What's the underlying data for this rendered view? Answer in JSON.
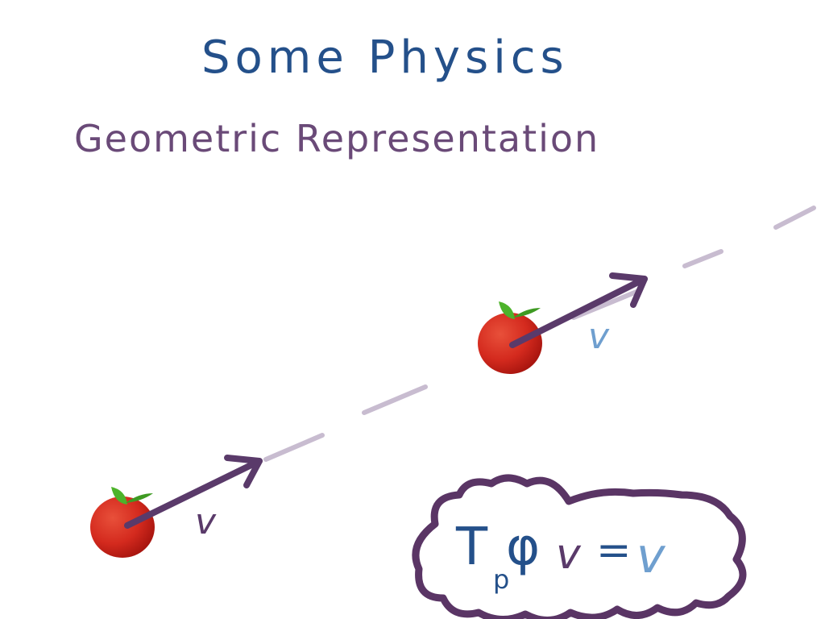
{
  "title": "Some Physics",
  "subtitle": "Geometric Representation",
  "vectors": [
    {
      "label": "v",
      "color": "#5a3a6a"
    },
    {
      "label": "v",
      "color": "#6f9fcf"
    }
  ],
  "formula": {
    "operator": "T",
    "subscript": "p",
    "map": "φ",
    "argument": "v",
    "equals": "=",
    "result": "v"
  },
  "colors": {
    "title": "#24508a",
    "subtitle": "#6a4a78",
    "arrow": "#5a3a6a",
    "trajectory": "#c8bcd0",
    "apple": "#d42a1e",
    "leaf": "#4db32b",
    "cloud": "#5a3565",
    "highlight": "#6f9fcf"
  }
}
